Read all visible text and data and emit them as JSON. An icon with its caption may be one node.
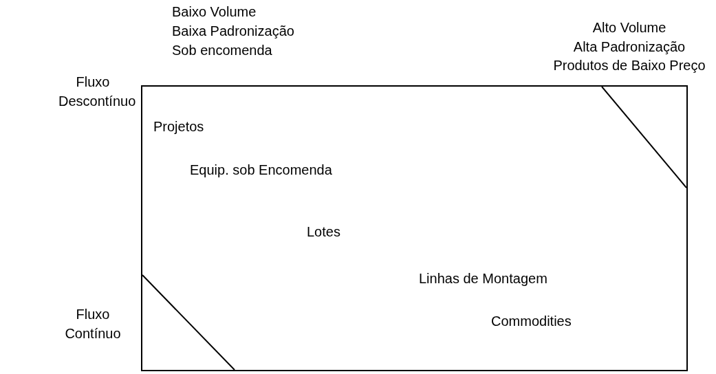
{
  "diagram": {
    "nodes": [
      {
        "text": [
          "Projetos",
          "Equip. sob Encomenda",
          "Lotes",
          "Linhas de Montagem",
          "Commodities"
        ]
      }
    ],
    "labels": [
      "Baixo Volume",
      "Baixa Padronização",
      "Sob encomenda",
      "Alto Volume",
      "Alta Padronização",
      "Produtos de Baixo Preço",
      "Fluxo Descontínuo",
      "Fluxo Contínuo"
    ]
  }
}
